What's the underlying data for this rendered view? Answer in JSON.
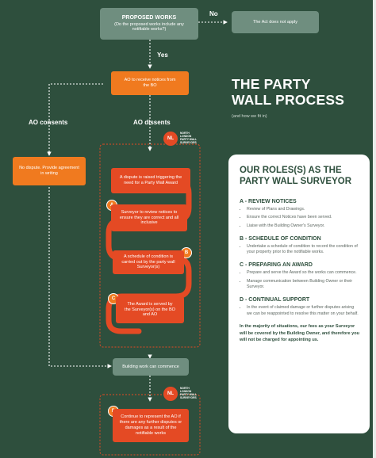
{
  "title": {
    "line1": "THE PARTY",
    "line2": "WALL PROCESS",
    "subtitle": "(and how we fit in)"
  },
  "flow": {
    "proposed_title": "PROPOSED WORKS",
    "proposed_sub": "(Do the proposed works include any notifiable works?)",
    "no_label": "No",
    "yes_label": "Yes",
    "act_not_apply": "The Act does not apply",
    "ao_receive": "AO to receive notices from the BO",
    "ao_consents": "AO consents",
    "ao_dissents": "AO dissents",
    "no_dispute": "No dispute. Provide agreement in writing",
    "dispute_raised": "A dispute is raised triggering the need for a Party Wall Award",
    "step_a": "Surveyor to review notices to ensure they are correct and all inclusive",
    "step_b": "A schedule of condition is carried out by the party wall Surveyor(s)",
    "step_c": "The Award is served by the Surveyor(s) on the BO and AO",
    "building_work": "Building work can commence",
    "step_d": "Continue to represent the AO if there are any further disputes or damages as a result of the notifiable works",
    "badges": [
      "A",
      "B",
      "C",
      "D"
    ]
  },
  "logo": {
    "mark": "NL",
    "line1": "NORTH",
    "line2": "LONDON",
    "line3": "PARTY WALL",
    "line4": "SURVEYORS"
  },
  "roles": {
    "heading": "OUR ROLES(S) AS THE PARTY WALL SURVEYOR",
    "sections": [
      {
        "title": "A - REVIEW NOTICES",
        "items": [
          "Review of Plans and Drawings.",
          "Ensure the correct Notices have been served.",
          "Liaise with the Building Owner's Surveyor."
        ]
      },
      {
        "title": "B - SCHEDULE OF CONDITION",
        "items": [
          "Undertake a schedule of condition to record the condition of your property prior to the notifiable works."
        ]
      },
      {
        "title": "C - PREPARING AN AWARD",
        "items": [
          "Prepare and serve the Award so the works can commence.",
          "Manage communication between Building Owner or their Surveyor."
        ]
      },
      {
        "title": "D - CONTINUAL SUPPORT",
        "items": [
          "In the event of claimed damage or further disputes arising we can be reappointed to resolve this matter on your behalf."
        ]
      }
    ],
    "footer": "In the majority of situations, our fees as your Surveyor will be covered by the Building Owner, and therefore you will not be charged for appointing us."
  },
  "colors": {
    "background": "#2e4f3d",
    "box_green": "#6f8e7f",
    "box_orange": "#f07a1f",
    "box_red": "#e44a24",
    "card": "#ffffff"
  }
}
